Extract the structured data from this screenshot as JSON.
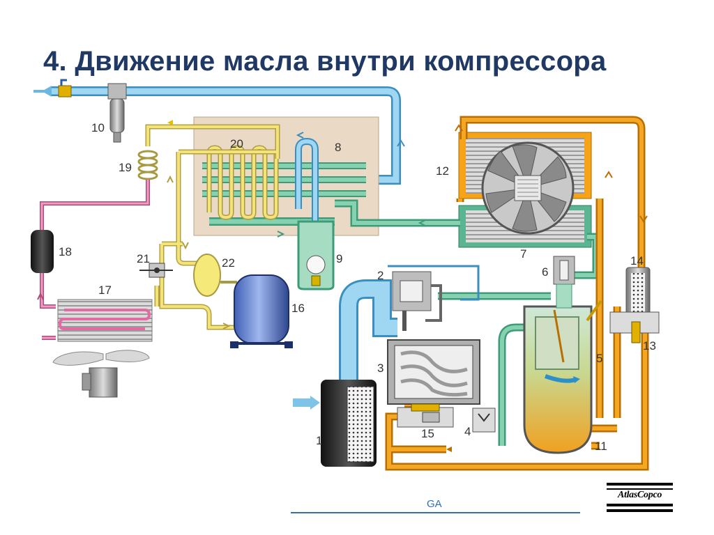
{
  "slide": {
    "title": "4. Движение масла внутри компрессора",
    "footer_text": "GA",
    "logo_text": "AtlasCopco"
  },
  "diagram": {
    "labels": {
      "n1": "1",
      "n2": "2",
      "n3": "3",
      "n4": "4",
      "n5": "5",
      "n6": "6",
      "n7": "7",
      "n8": "8",
      "n9": "9",
      "n10": "10",
      "n11": "11",
      "n12": "12",
      "n13": "13",
      "n14": "14",
      "n15": "15",
      "n16": "16",
      "n17": "17",
      "n18": "18",
      "n19": "19",
      "n20": "20",
      "n21": "21",
      "n22": "22"
    },
    "colors": {
      "air": "#7fc4e8",
      "air_outline": "#3a8fc0",
      "oil": "#f5a623",
      "oil_outline": "#b86f00",
      "oil_air_mix": "#7fc8a0",
      "refrigerant_gas": "#f3e37a",
      "refrigerant_liquid": "#e46aa3",
      "heat_exchanger_bg": "#ead9c4",
      "title": "#1f3864",
      "footer": "#2f6fb5"
    }
  }
}
